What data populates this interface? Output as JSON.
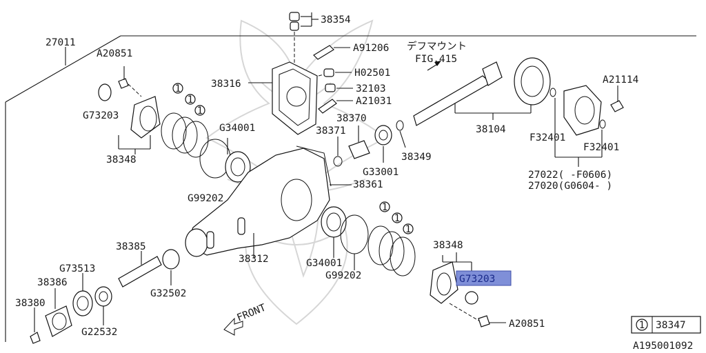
{
  "diagram": {
    "group_code": "27011",
    "figure_id": "A195001092",
    "note_line1": "デフマウント",
    "note_line2": "FIG.415",
    "front_label": "FRONT",
    "legend": {
      "symbol": "1",
      "part": "38347"
    },
    "highlighted_part": "G73203",
    "callout_symbol": "1",
    "parts": {
      "p38354": "38354",
      "pA91206": "A91206",
      "pA20851_top": "A20851",
      "pH02501": "H02501",
      "p38316": "38316",
      "p32103": "32103",
      "pA21031": "A21031",
      "pG73203_left": "G73203",
      "pG34001_top": "G34001",
      "p38370": "38370",
      "p38371": "38371",
      "p38104": "38104",
      "pA21114": "A21114",
      "pF32401_left": "F32401",
      "pF32401_right": "F32401",
      "p38348_left": "38348",
      "pG99202_left": "G99202",
      "pG33001": "G33001",
      "p38349": "38349",
      "p38361": "38361",
      "p27022": "27022( -F0606)",
      "p27020": "27020(G0604- )",
      "p38385": "38385",
      "p38312": "38312",
      "p38348_right": "38348",
      "pG73513": "G73513",
      "p38386": "38386",
      "p38380": "38380",
      "pG32502": "G32502",
      "pG34001_bottom": "G34001",
      "pG99202_bottom": "G99202",
      "pG22532": "G22532",
      "pG73203_right": "G73203",
      "pA20851_bottom": "A20851"
    }
  }
}
